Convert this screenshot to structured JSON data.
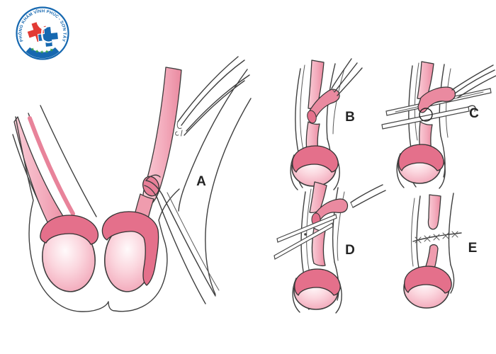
{
  "logo": {
    "arc_text": "PHÒNG KHÁM VĨNH PHÚC - SƠN TÂY",
    "stars": "★★★★★",
    "colors": {
      "ring_blue": "#1668b0",
      "cross_red": "#e23a34",
      "cross_blue": "#1668b0",
      "stars_green": "#37a34a",
      "figure_white": "#ffffff"
    }
  },
  "figure": {
    "panels": [
      {
        "label": "A"
      },
      {
        "label": "B"
      },
      {
        "label": "C"
      },
      {
        "label": "D"
      },
      {
        "label": "E"
      }
    ],
    "colors": {
      "outline": "#3f3f3f",
      "vas_light": "#f9ccd6",
      "vas_mid": "#f3abbc",
      "vas_dark": "#ea8aa0",
      "epididymis": "#e4708b",
      "testis_edge": "#f1a2b5",
      "testis_center": "#fffafb",
      "label_color": "#232323",
      "background": "#ffffff"
    }
  }
}
